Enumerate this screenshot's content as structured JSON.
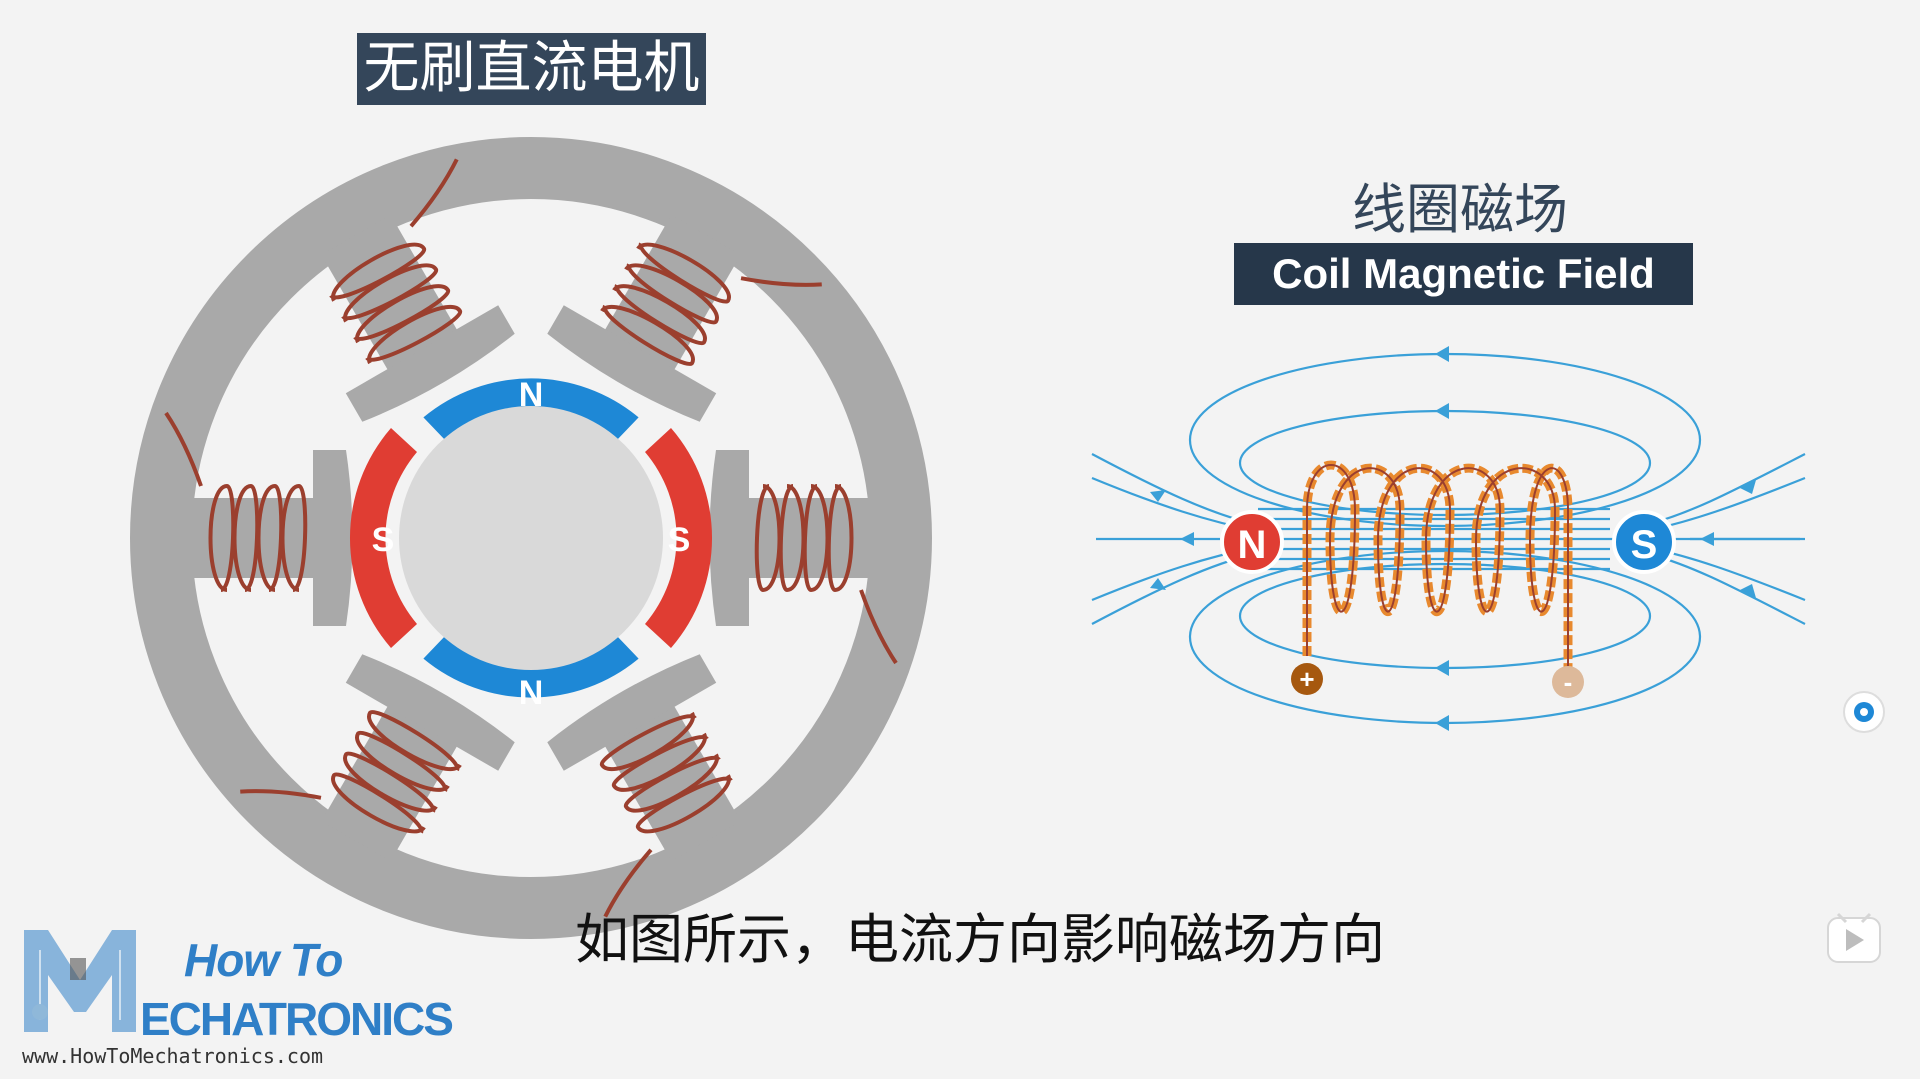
{
  "title": "无刷直流电机",
  "coil_title_cn": "线圈磁场",
  "coil_title_en": "Coil Magnetic Field",
  "subtitle": "如图所示，电流方向影响磁场方向",
  "rotor_poles": {
    "top": "N",
    "bottom": "N",
    "left": "S",
    "right": "S"
  },
  "coil_poles": {
    "left": "N",
    "right": "S"
  },
  "terminals": {
    "left": "+",
    "right": "-"
  },
  "logo": {
    "line1": "How To",
    "line2": "ECHATRONICS",
    "url": "www.HowToMechatronics.com"
  },
  "colors": {
    "stator": "#a9a9a9",
    "winding": "#9b3f2e",
    "north": "#1e88d6",
    "south": "#e03d33",
    "field_lines": "#3aa0d8",
    "coil_wire": "#e8892e",
    "title_bg": "#34465a"
  },
  "icons": [
    "brand-logo-icon",
    "play-icon",
    "float-button-icon"
  ]
}
